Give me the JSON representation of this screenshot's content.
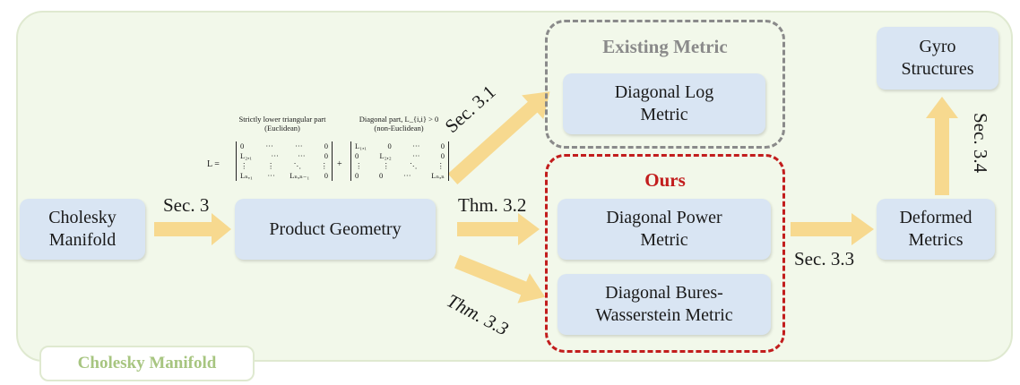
{
  "panel": {
    "corner_label": "Cholesky Manifold"
  },
  "nodes": {
    "cholesky": "Cholesky\nManifold",
    "product": "Product Geometry",
    "log": "Diagonal Log\nMetric",
    "power": "Diagonal Power\nMetric",
    "bures": "Diagonal Bures-\nWasserstein Metric",
    "deformed": "Deformed\nMetrics",
    "gyro": "Gyro\nStructures"
  },
  "groups": {
    "existing": "Existing Metric",
    "ours": "Ours"
  },
  "edge_labels": {
    "sec3": "Sec. 3",
    "sec31": "Sec. 3.1",
    "thm32": "Thm. 3.2",
    "thm33": "Thm. 3.3",
    "sec33": "Sec. 3.3",
    "sec34": "Sec. 3.4"
  },
  "equation": {
    "lhs": "L =",
    "plus": "+",
    "strict_caption": "Strictly lower triangular part\n(Euclidean)",
    "diag_caption": "Diagonal part,   L_{i,i} > 0\n(non-Euclidean)",
    "strict_rows": [
      [
        "0",
        "···",
        "···",
        "0"
      ],
      [
        "L₂,₁",
        "···",
        "···",
        "0"
      ],
      [
        "⋮",
        "⋮",
        "⋱",
        "⋮"
      ],
      [
        "Lₙ,₁",
        "···",
        "Lₙ,ₙ₋₁",
        "0"
      ]
    ],
    "diag_rows": [
      [
        "L₁,₁",
        "0",
        "···",
        "0"
      ],
      [
        "0",
        "L₂,₂",
        "···",
        "0"
      ],
      [
        "⋮",
        "⋮",
        "⋱",
        "⋮"
      ],
      [
        "0",
        "0",
        "···",
        "Lₙ,ₙ"
      ]
    ]
  },
  "colors": {
    "panel_bg": "#f2f8ea",
    "box_bg": "#d9e5f3",
    "arrow": "#f7d98f",
    "existing_border": "#8a8a8a",
    "ours_border": "#c21d1d",
    "corner_text": "#a7c580"
  }
}
